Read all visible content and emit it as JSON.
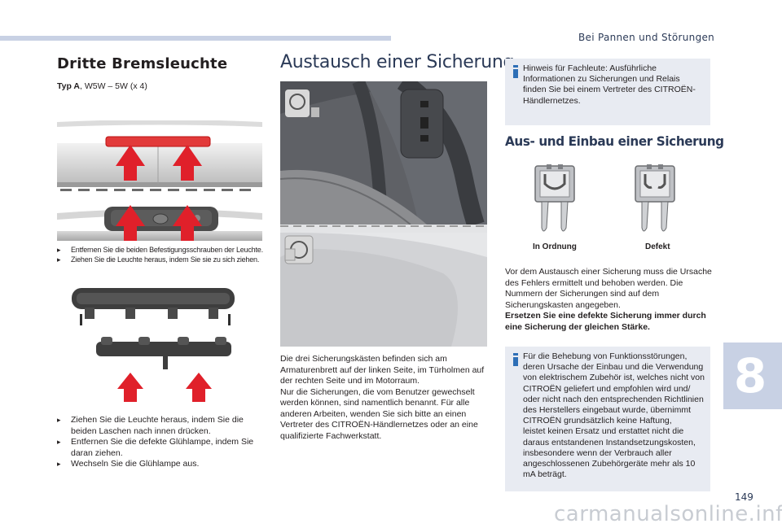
{
  "header": {
    "section_title": "Bei Pannen und Störungen"
  },
  "chapter": {
    "number": "8"
  },
  "page": {
    "number": "149"
  },
  "watermark": {
    "text": "carmanualsonline.info"
  },
  "brake_light": {
    "title": "Dritte Bremsleuchte",
    "type_label": "Typ A",
    "type_value": ", W5W – 5W (x 4)",
    "steps_small": [
      "Entfernen Sie die beiden Befestigungsschrauben der Leuchte.",
      "Ziehen Sie die Leuchte heraus, indem Sie sie zu sich ziehen."
    ],
    "steps": [
      "Ziehen Sie die Leuchte heraus, indem Sie die beiden Laschen nach innen drücken.",
      "Entfernen Sie die defekte Glühlampe, indem Sie daran ziehen.",
      "Wechseln Sie die Glühlampe aus."
    ]
  },
  "fuse_replace": {
    "title": "Austausch einer Sicherung",
    "paragraph_1": "Die drei Sicherungskästen befinden sich am Armaturenbrett auf der linken Seite, im Türholmen auf der rechten Seite und im Motorraum.",
    "paragraph_2": "Nur die Sicherungen, die vom Benutzer gewechselt werden können, sind namentlich benannt. Für alle anderen Arbeiten, wenden Sie sich bitte an einen Vertreter des CITROËN-Händlernetzes oder an eine qualifizierte Fachwerkstatt."
  },
  "info_1": {
    "text": "Hinweis für Fachleute: Ausführliche Informationen zu Sicherungen und Relais finden Sie bei einem Vertreter des CITROËN-Händlernetzes."
  },
  "fuse_remove": {
    "title": "Aus- und Einbau einer Sicherung",
    "label_ok": "In Ordnung",
    "label_defect": "Defekt",
    "paragraph": "Vor dem Austausch einer Sicherung muss die Ursache des Fehlers ermittelt und behoben werden. Die Nummern der Sicherungen sind auf dem Sicherungskasten angegeben.",
    "bold_note": "Ersetzen Sie eine defekte Sicherung immer durch eine Sicherung der gleichen Stärke."
  },
  "info_2": {
    "text_1": "Für die Behebung von Funktionsstörungen, deren Ursache der Einbau und die Verwendung von elektrischem Zubehör ist, welches nicht von CITROËN geliefert und empfohlen wird und/ oder nicht nach den entsprechenden Richtlinien des Herstellers eingebaut wurde, übernimmt CITROËN grundsätzlich keine Haftung,",
    "text_2": "leistet keinen Ersatz und erstattet nicht die daraus entstandenen Instandsetzungskosten, insbesondere wenn der Verbrauch aller angeschlossenen Zubehörgeräte mehr als 10 mA beträgt."
  },
  "colors": {
    "accent_blue": "#2b3a57",
    "tab_blue": "#c8d1e4",
    "info_bg": "#e8ebf2",
    "arrow_red": "#e0202a"
  }
}
